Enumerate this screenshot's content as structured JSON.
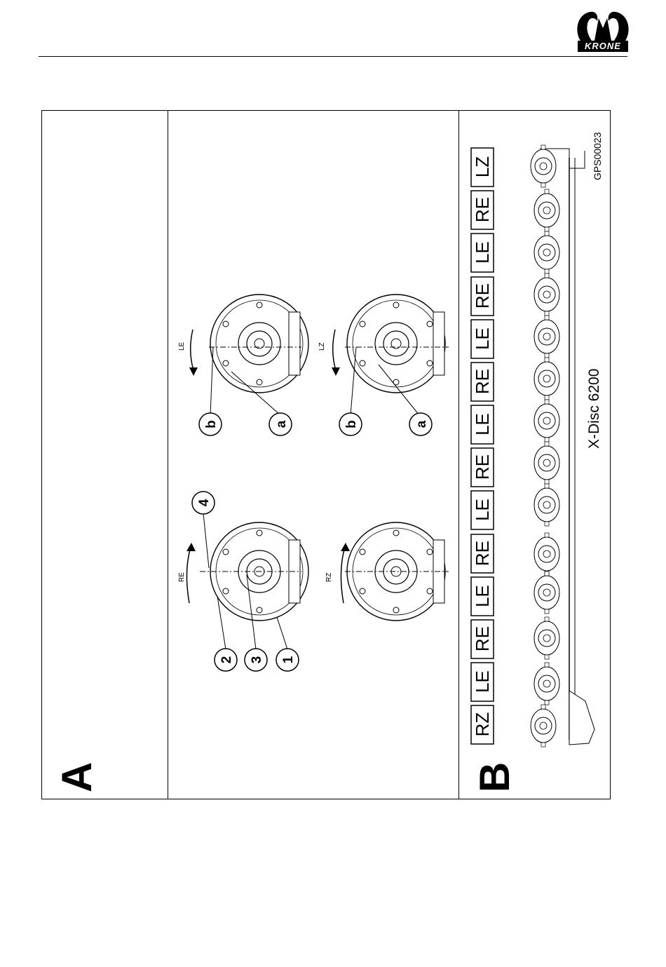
{
  "header": {
    "brand": "KRONE"
  },
  "sections": {
    "a_letter": "A",
    "b_letter": "B"
  },
  "figure_a": {
    "rotation_labels": [
      "LE",
      "LZ",
      "RE",
      "RZ"
    ],
    "callouts_left": [
      "b",
      "a",
      "b",
      "a"
    ],
    "callouts_right": [
      "4",
      "2",
      "3",
      "1"
    ]
  },
  "figure_b": {
    "badges": [
      "LZ",
      "RE",
      "LE",
      "RE",
      "LE",
      "RE",
      "LE",
      "RE",
      "LE",
      "RE",
      "LE",
      "RE",
      "LE",
      "RZ"
    ],
    "model": "X-Disc 6200",
    "code": "GPS00023"
  },
  "icons": [
    "krone-logo",
    "mower-disc-drawing",
    "cutter-bar-drawing"
  ]
}
